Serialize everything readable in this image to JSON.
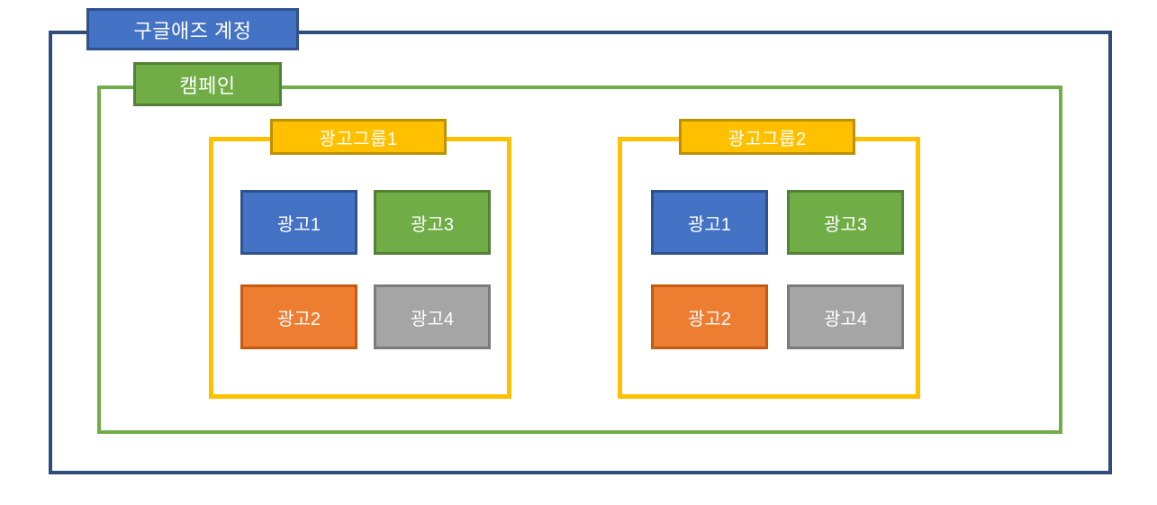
{
  "diagram": {
    "title_semantic": "google-ads-account-structure",
    "account": {
      "label": "구글애즈 계정",
      "tag_fill": "#4472C4",
      "tag_border": "#2F528F",
      "frame_border": "#2E4D7B"
    },
    "campaign": {
      "label": "캠페인",
      "tag_fill": "#70AD47",
      "tag_border": "#548235",
      "frame_border": "#70AD47"
    },
    "ad_groups": [
      {
        "label": "광고그룹1",
        "tag_fill": "#FFC000",
        "tag_border": "#BF9000",
        "frame_border": "#FFC000",
        "ads": [
          {
            "label": "광고1",
            "fill": "#4472C4",
            "border": "#2F528F"
          },
          {
            "label": "광고3",
            "fill": "#70AD47",
            "border": "#548235"
          },
          {
            "label": "광고2",
            "fill": "#ED7D31",
            "border": "#C55A11"
          },
          {
            "label": "광고4",
            "fill": "#A5A5A5",
            "border": "#7B7B7B"
          }
        ]
      },
      {
        "label": "광고그룹2",
        "tag_fill": "#FFC000",
        "tag_border": "#BF9000",
        "frame_border": "#FFC000",
        "ads": [
          {
            "label": "광고1",
            "fill": "#4472C4",
            "border": "#2F528F"
          },
          {
            "label": "광고3",
            "fill": "#70AD47",
            "border": "#548235"
          },
          {
            "label": "광고2",
            "fill": "#ED7D31",
            "border": "#C55A11"
          },
          {
            "label": "광고4",
            "fill": "#A5A5A5",
            "border": "#7B7B7B"
          }
        ]
      }
    ],
    "text_color": "#ffffff",
    "background": "#ffffff"
  }
}
